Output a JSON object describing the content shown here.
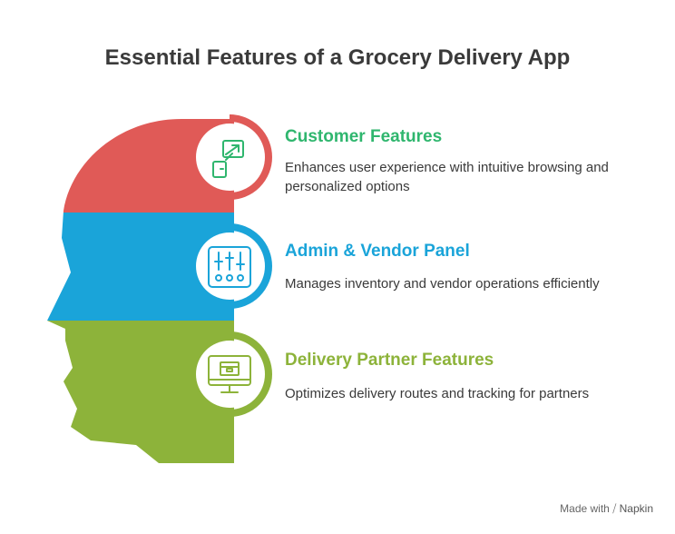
{
  "title": "Essential Features of a Grocery Delivery App",
  "features": [
    {
      "title": "Customer Features",
      "description": "Enhances user experience with intuitive browsing and personalized options",
      "color": "#e05a57",
      "title_color": "#2fb66e",
      "icon": "transfer-icon"
    },
    {
      "title": "Admin & Vendor Panel",
      "description": "Manages inventory and vendor operations efficiently",
      "color": "#1aa4d9",
      "title_color": "#1aa4d9",
      "icon": "sliders-icon"
    },
    {
      "title": "Delivery Partner Features",
      "description": "Optimizes delivery routes and tracking for partners",
      "color": "#8db33a",
      "title_color": "#8db33a",
      "icon": "monitor-box-icon"
    }
  ],
  "footer": {
    "prefix": "Made with",
    "brand": "Napkin"
  }
}
